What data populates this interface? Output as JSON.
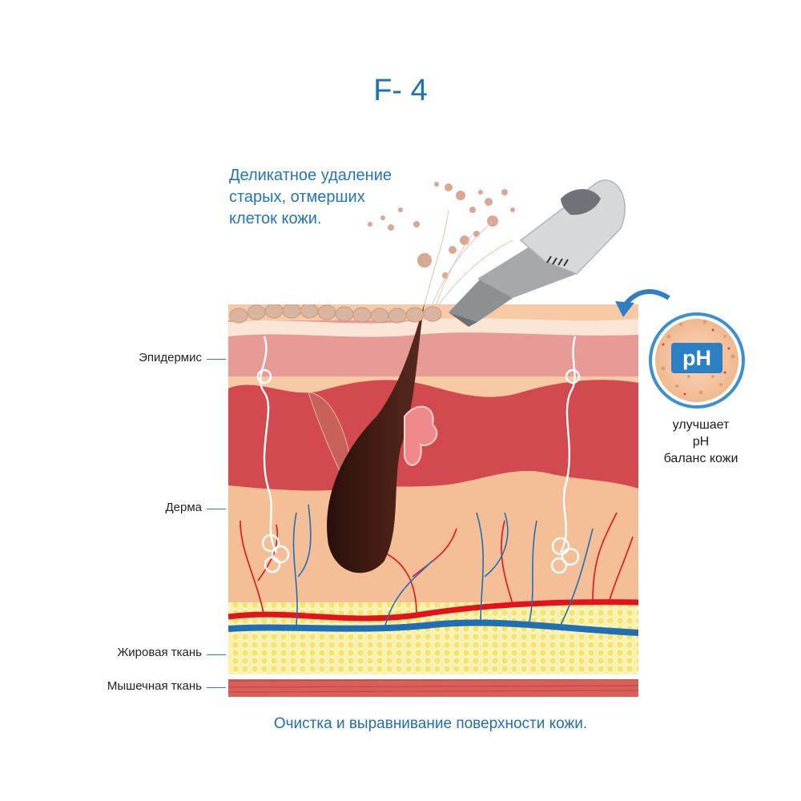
{
  "title": "F- 4",
  "callout": {
    "line1": "Деликатное удаление",
    "line2": "старых, отмерших",
    "line3": "клеток кожи."
  },
  "layers": {
    "epidermis": "Эпидермис",
    "dermis": "Дерма",
    "fat": "Жировая ткань",
    "muscle": "Мышечная ткань"
  },
  "ph_badge": "pH",
  "ph_note": {
    "line1": "улучшает",
    "line2": "pH",
    "line3": "баланс кожи"
  },
  "caption": "Очистка и выравнивание поверхности кожи.",
  "colors": {
    "accent_blue": "#1a73b8",
    "epidermis": "#e99a98",
    "dermis": "#d3474e",
    "fat": "#f7e58a",
    "muscle": "#d95a55",
    "artery": "#e3121d",
    "vein": "#1e6fb6"
  },
  "icons": [
    "ultrasonic-spatula-icon",
    "curved-arrow-icon",
    "ph-badge-icon",
    "hair-follicle-icon"
  ]
}
